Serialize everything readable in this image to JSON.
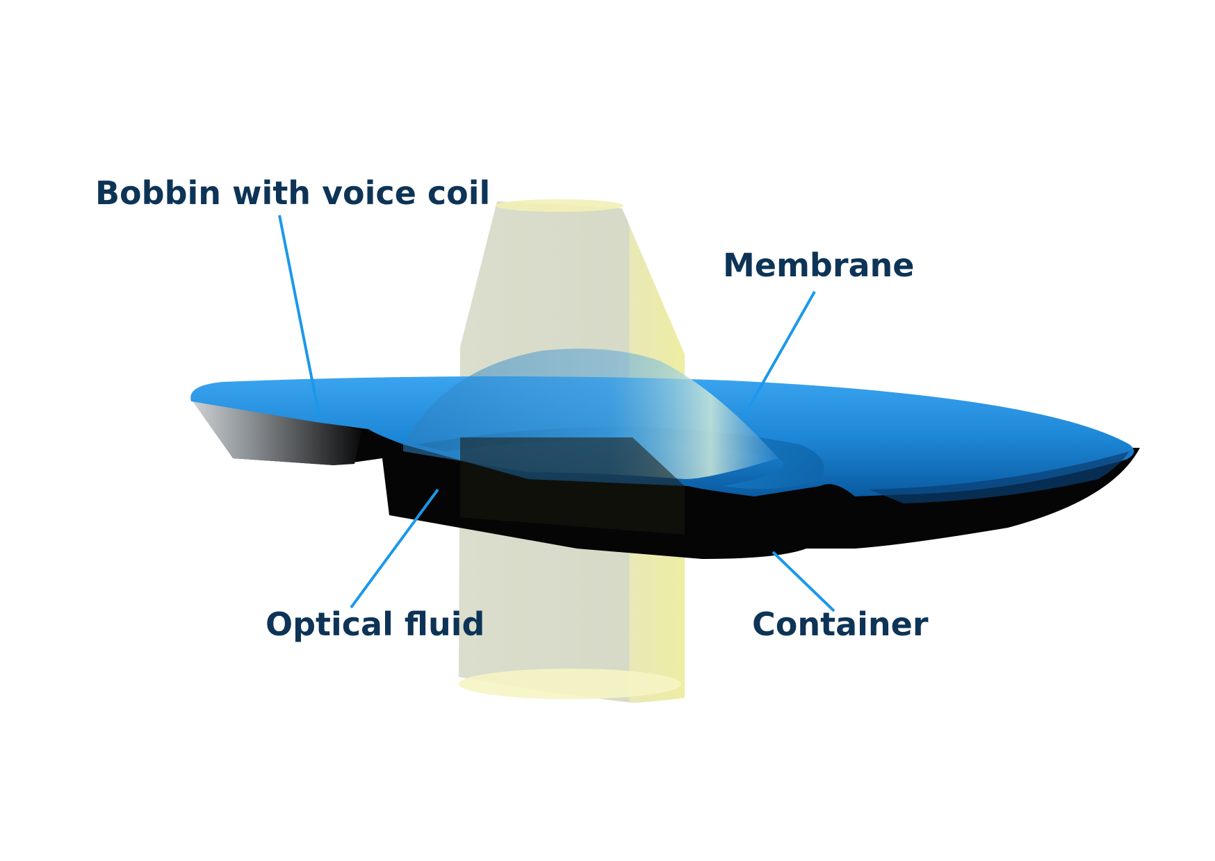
{
  "labels": {
    "bobbin": "Bobbin with voice coil",
    "membrane": "Membrane",
    "optical_fluid": "Optical fluid",
    "container": "Container"
  },
  "colors": {
    "label_text": "#0d3456",
    "leader_line": "#1a98ea",
    "membrane_blue": "#1e88d8",
    "membrane_dark_blue": "#0a5aa0",
    "container_black": "#050505",
    "light_beam": "#d6d9c4",
    "light_beam_edge": "#f3f1b0"
  }
}
